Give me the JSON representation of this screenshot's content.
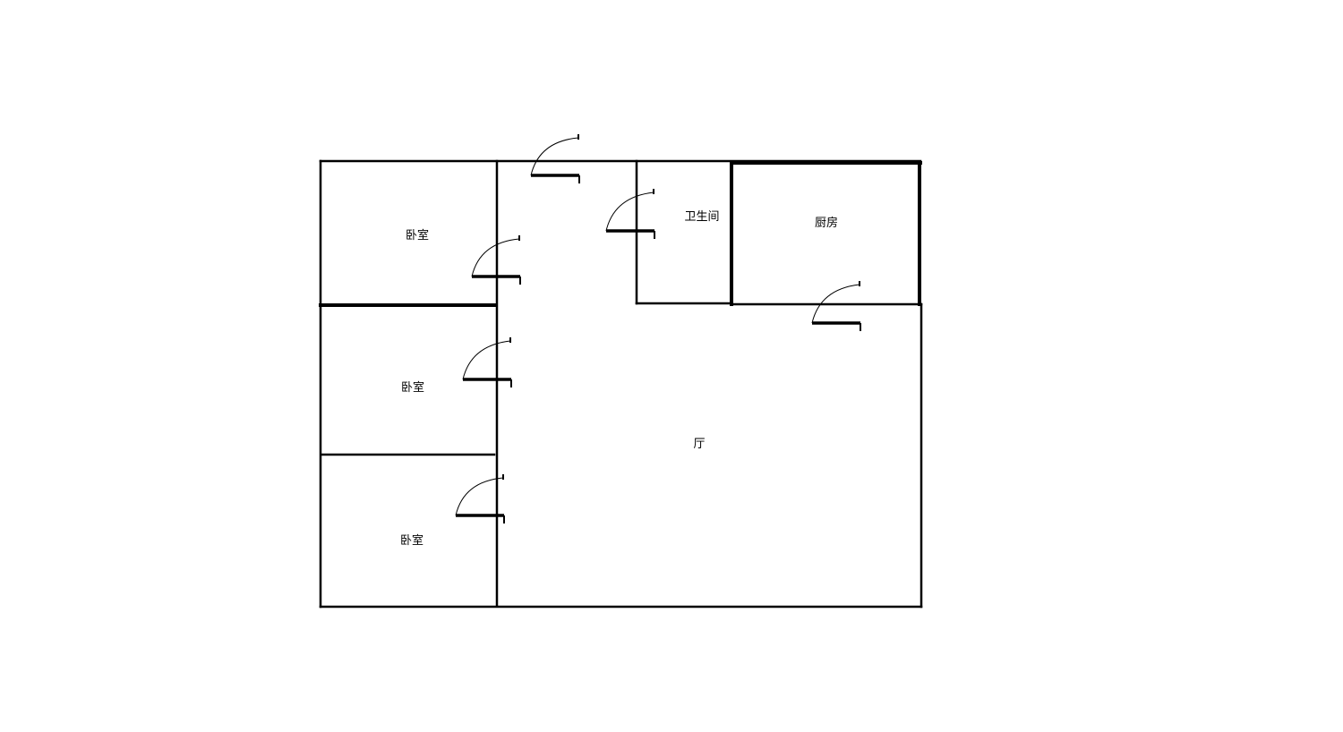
{
  "rooms": {
    "bedroom_top": "卧室",
    "bedroom_middle": "卧室",
    "bedroom_bottom": "卧室",
    "bathroom": "卫生间",
    "kitchen": "厨房",
    "hall": "厅"
  },
  "colors": {
    "line": "#000000",
    "background": "#ffffff"
  }
}
